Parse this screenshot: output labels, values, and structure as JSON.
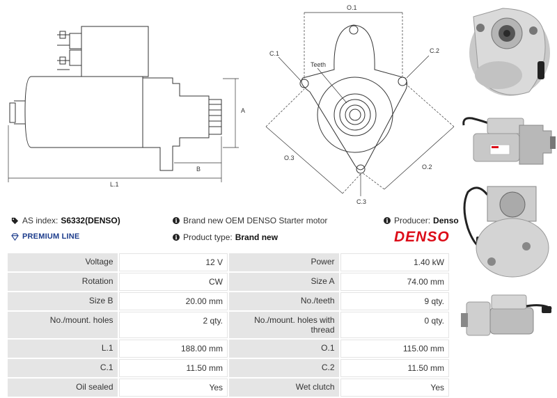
{
  "diagram": {
    "dim_labels": {
      "o1": "O.1",
      "c1": "C.1",
      "c2": "C.2",
      "teeth": "Teeth",
      "a": "A",
      "b": "B",
      "l1": "L.1",
      "o3": "O.3",
      "o2": "O.2",
      "c3": "C.3"
    }
  },
  "meta": {
    "as_index_label": "AS index:",
    "as_index_value": "S6332(DENSO)",
    "description": "Brand new OEM DENSO Starter motor",
    "producer_label": "Producer:",
    "producer_value": "Denso",
    "premium_line": "PREMIUM LINE",
    "product_type_label": "Product type:",
    "product_type_value": "Brand new",
    "brand_logo": "DENSO",
    "brand_color": "#dc0c18",
    "premium_color": "#1c3c8c"
  },
  "specs": [
    {
      "l1": "Voltage",
      "v1": "12 V",
      "l2": "Power",
      "v2": "1.40 kW"
    },
    {
      "l1": "Rotation",
      "v1": "CW",
      "l2": "Size A",
      "v2": "74.00 mm"
    },
    {
      "l1": "Size B",
      "v1": "20.00 mm",
      "l2": "No./teeth",
      "v2": "9 qty."
    },
    {
      "l1": "No./mount. holes",
      "v1": "2 qty.",
      "l2": "No./mount. holes with thread",
      "v2": "0 qty."
    },
    {
      "l1": "L.1",
      "v1": "188.00 mm",
      "l2": "O.1",
      "v2": "115.00 mm"
    },
    {
      "l1": "C.1",
      "v1": "11.50 mm",
      "l2": "C.2",
      "v2": "11.50 mm"
    },
    {
      "l1": "Oil sealed",
      "v1": "Yes",
      "l2": "Wet clutch",
      "v2": "Yes"
    }
  ]
}
